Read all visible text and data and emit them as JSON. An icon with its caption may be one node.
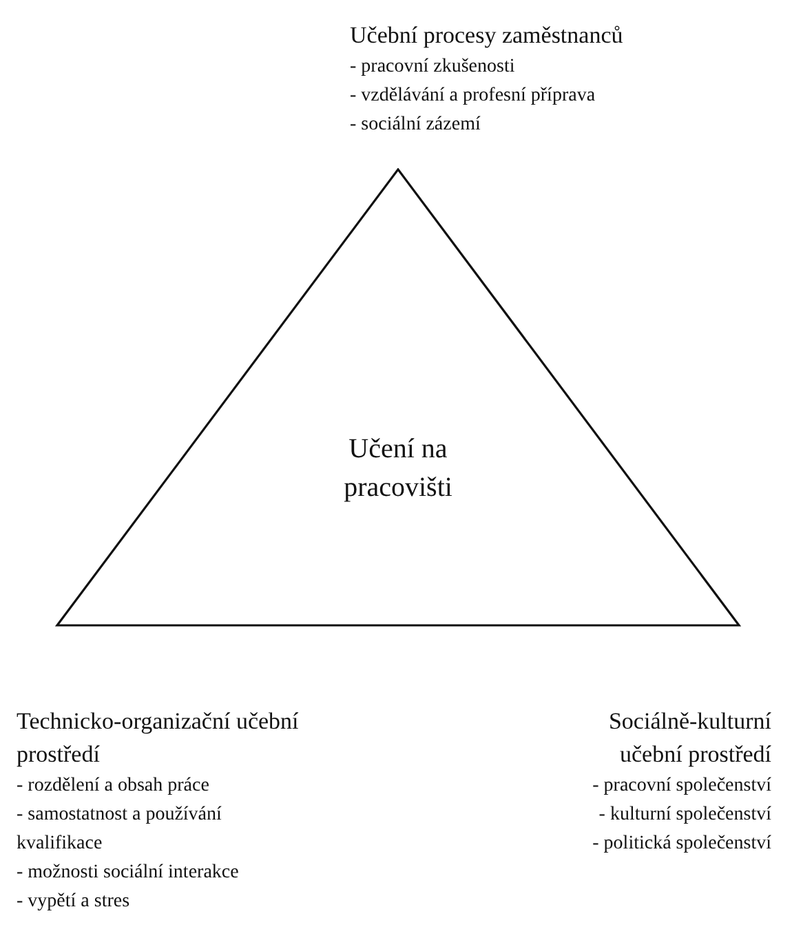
{
  "diagram": {
    "nodes": [
      {
        "text": [
          "Učení na pracovišti"
        ]
      }
    ],
    "edges": [],
    "labels": [
      "Učební procesy zaměstnanců",
      "- pracovní zkušenosti",
      "- vzdělávání a profesní příprava",
      "- sociální zázemí",
      "Technicko-organizační učební prostředí",
      "- rozdělení a obsah práce",
      "- samostatnost a používání kvalifikace",
      "- možnosti sociální interakce",
      "- vypětí a stres",
      "Sociálně-kulturní učební prostředí",
      "- pracovní společenství",
      "- kulturní společenství",
      "- politická společenství"
    ]
  }
}
